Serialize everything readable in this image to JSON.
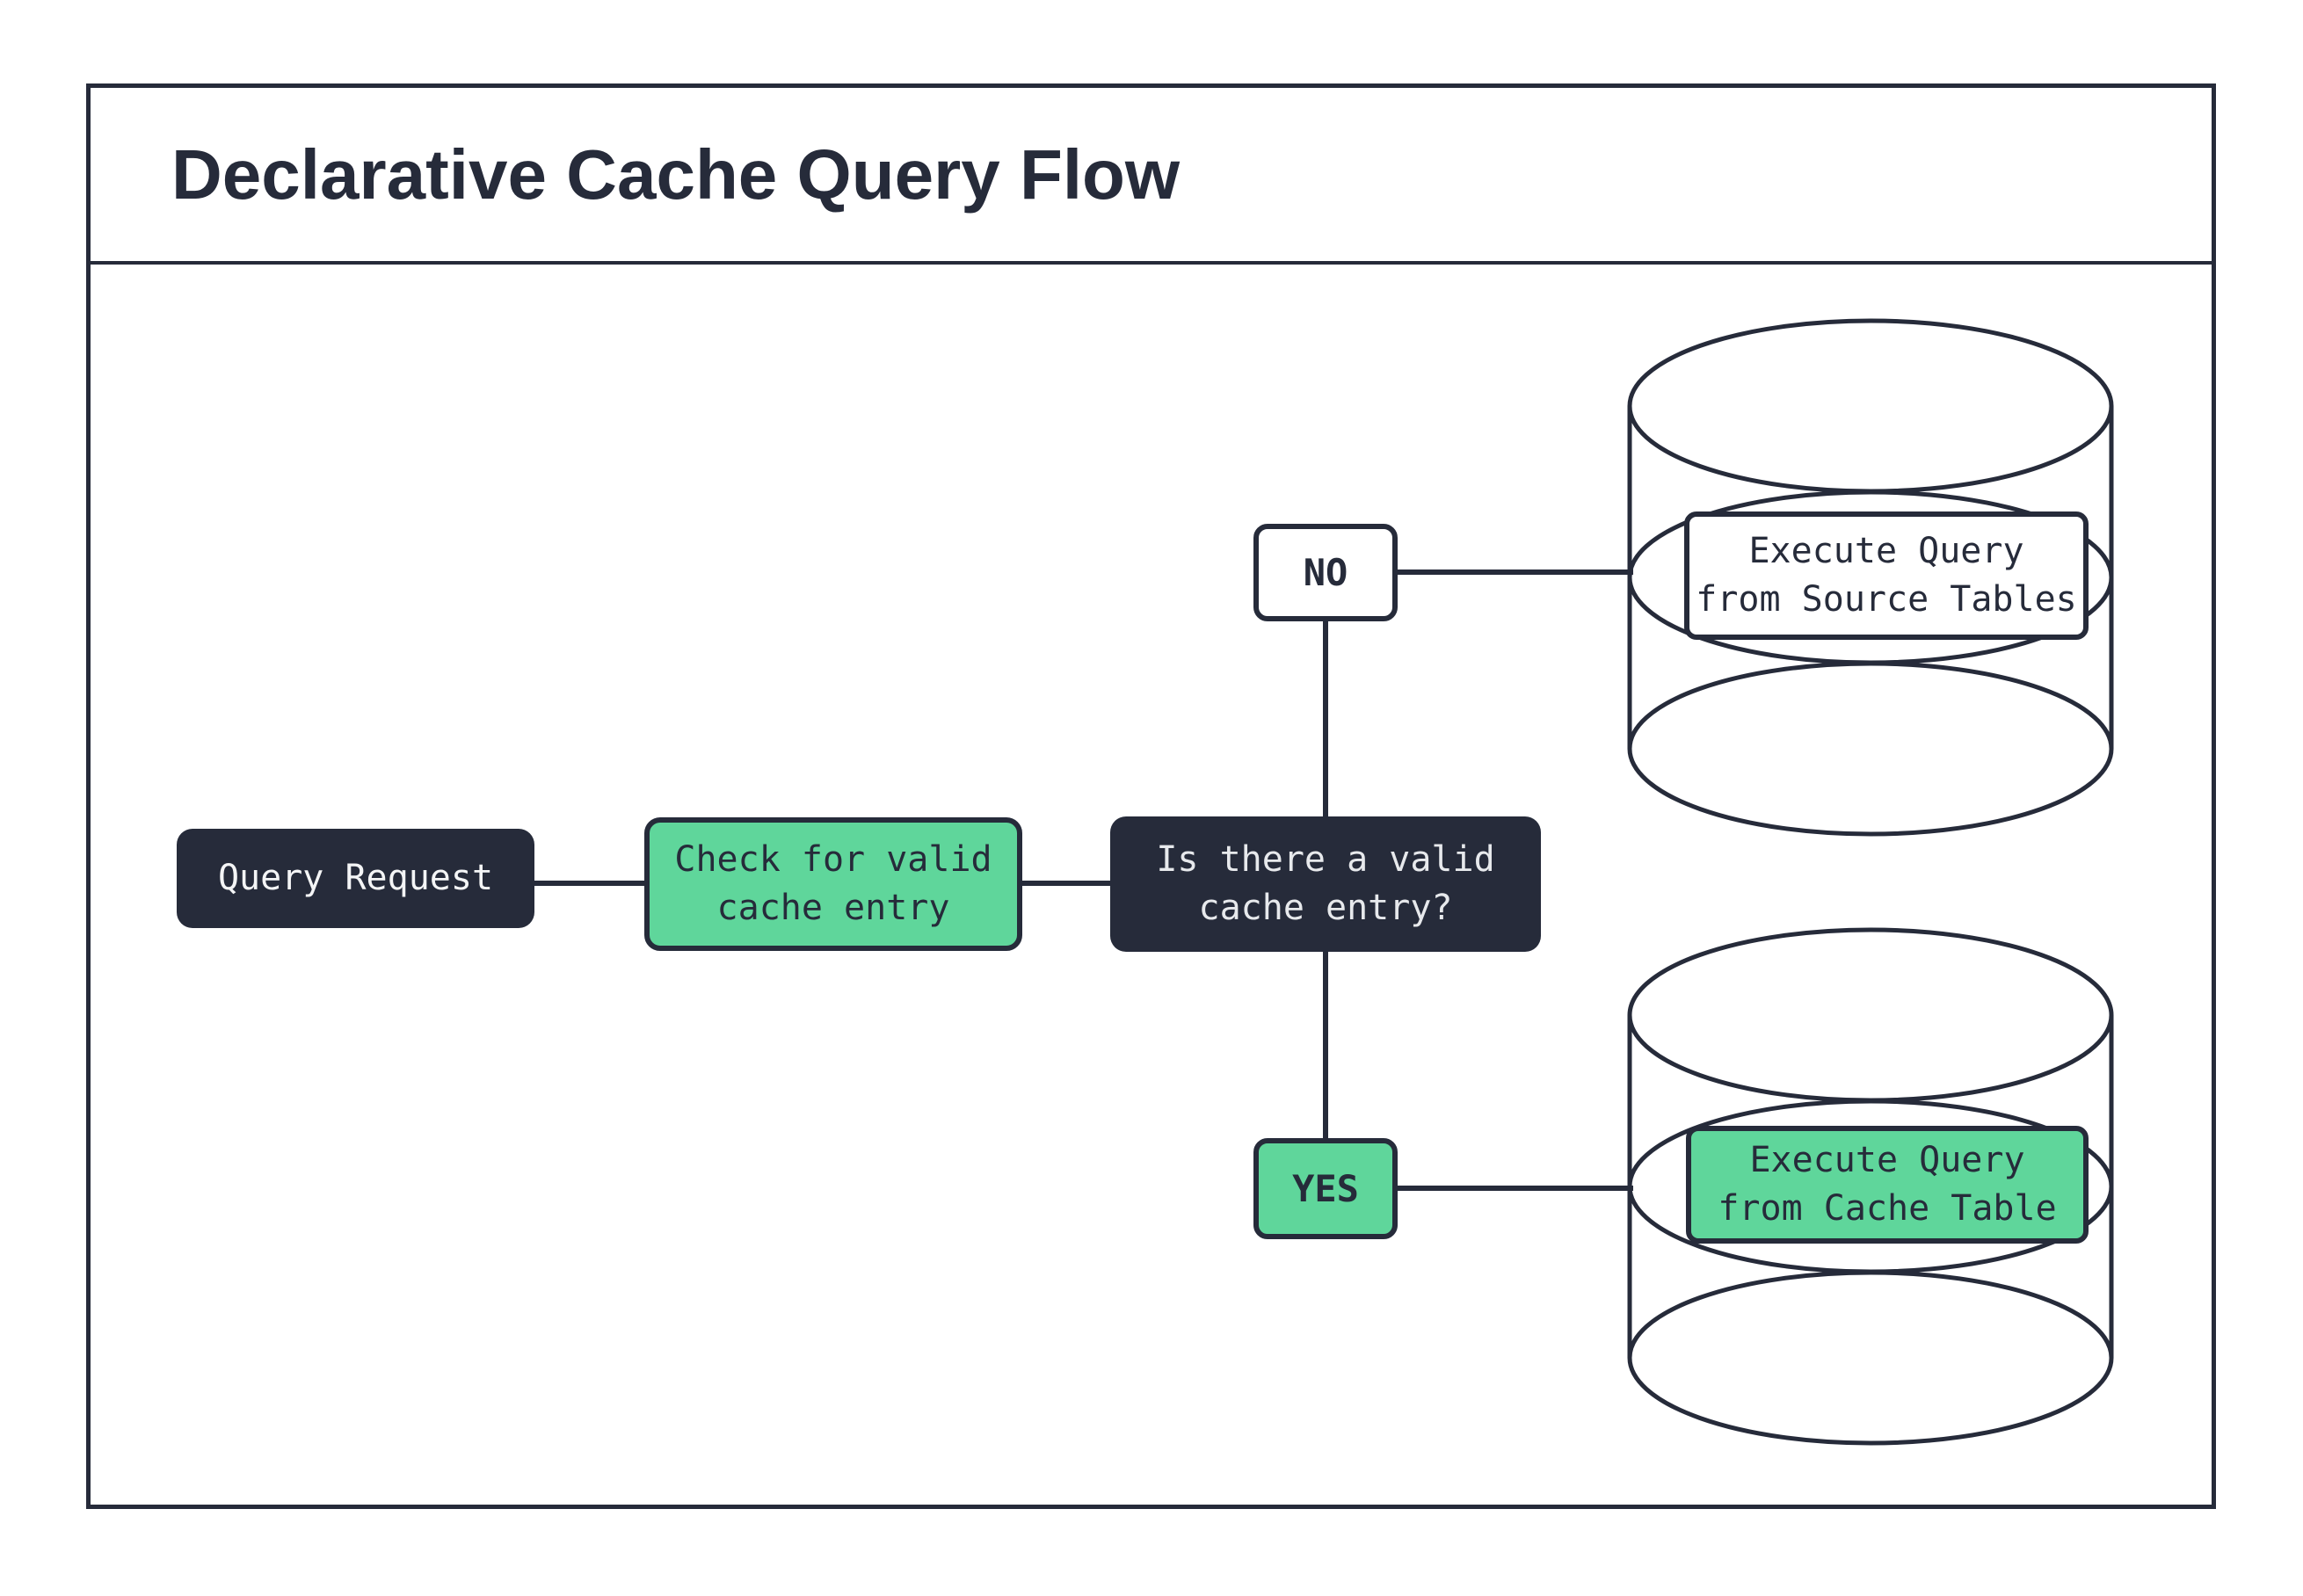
{
  "title": "Declarative Cache Query Flow",
  "colors": {
    "ink": "#262b3a",
    "green": "#5fd69b",
    "paper": "#ffffff"
  },
  "nodes": {
    "query_request": {
      "label": "Query Request",
      "type": "start"
    },
    "check_cache": {
      "label": "Check for valid\ncache entry",
      "type": "process"
    },
    "decision": {
      "label": "Is there a valid\ncache entry?",
      "type": "decision"
    },
    "no_branch": {
      "label": "NO"
    },
    "yes_branch": {
      "label": "YES"
    },
    "source_db": {
      "label": "Execute Query\nfrom Source Tables",
      "icon": "database-cylinder"
    },
    "cache_db": {
      "label": "Execute Query\nfrom Cache Table",
      "icon": "database-cylinder"
    }
  },
  "edges": [
    {
      "from": "query_request",
      "to": "check_cache"
    },
    {
      "from": "check_cache",
      "to": "decision"
    },
    {
      "from": "decision",
      "to": "no_branch"
    },
    {
      "from": "no_branch",
      "to": "source_db"
    },
    {
      "from": "decision",
      "to": "yes_branch"
    },
    {
      "from": "yes_branch",
      "to": "cache_db"
    }
  ]
}
